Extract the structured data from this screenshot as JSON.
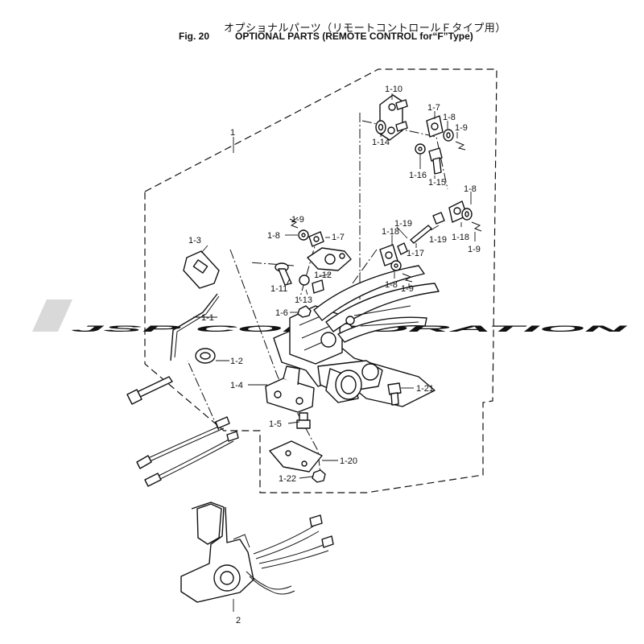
{
  "header": {
    "title_jp": "オプショナルパーツ（リモートコントロールＦタイプ用）",
    "fig_no": "Fig. 20",
    "title_en": "OPTIONAL PARTS (REMOTE CONTROL for“F”Type)"
  },
  "watermark": {
    "text": "JSP CORPORATION",
    "color": "#d9d9d9"
  },
  "callouts": {
    "c1": "1",
    "c1_1": "1-1",
    "c1_2": "1-2",
    "c1_3": "1-3",
    "c1_4": "1-4",
    "c1_5": "1-5",
    "c1_6": "1-6",
    "c1_7a": "1-7",
    "c1_7b": "1-7",
    "c1_8a": "1-8",
    "c1_8b": "1-8",
    "c1_8c": "1-8",
    "c1_8d": "1-8",
    "c1_9a": "1-9",
    "c1_9b": "1-9",
    "c1_9c": "1-9",
    "c1_9d": "1-9",
    "c1_10": "1-10",
    "c1_11": "1-11",
    "c1_12": "1-12",
    "c1_13": "1-13",
    "c1_14": "1-14",
    "c1_15": "1-15",
    "c1_16": "1-16",
    "c1_17": "1-17",
    "c1_18a": "1-18",
    "c1_18b": "1-18",
    "c1_19a": "1-19",
    "c1_19b": "1-19",
    "c1_20": "1-20",
    "c1_21": "1-21",
    "c1_22": "1-22",
    "c2": "2"
  }
}
